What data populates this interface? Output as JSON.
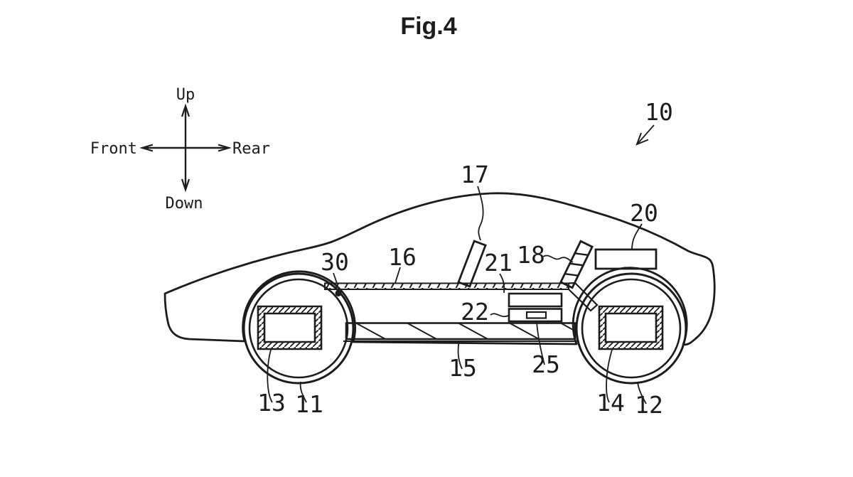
{
  "figure_title": "Fig.4",
  "compass": {
    "up": "Up",
    "down": "Down",
    "front": "Front",
    "rear": "Rear"
  },
  "reference_labels": {
    "n10": "10",
    "n11": "11",
    "n12": "12",
    "n13": "13",
    "n14": "14",
    "n15": "15",
    "n16": "16",
    "n17": "17",
    "n18": "18",
    "n20": "20",
    "n21": "21",
    "n22": "22",
    "n25": "25",
    "n30": "30"
  },
  "colors": {
    "ink": "#1c1c1c",
    "background": "#ffffff"
  }
}
